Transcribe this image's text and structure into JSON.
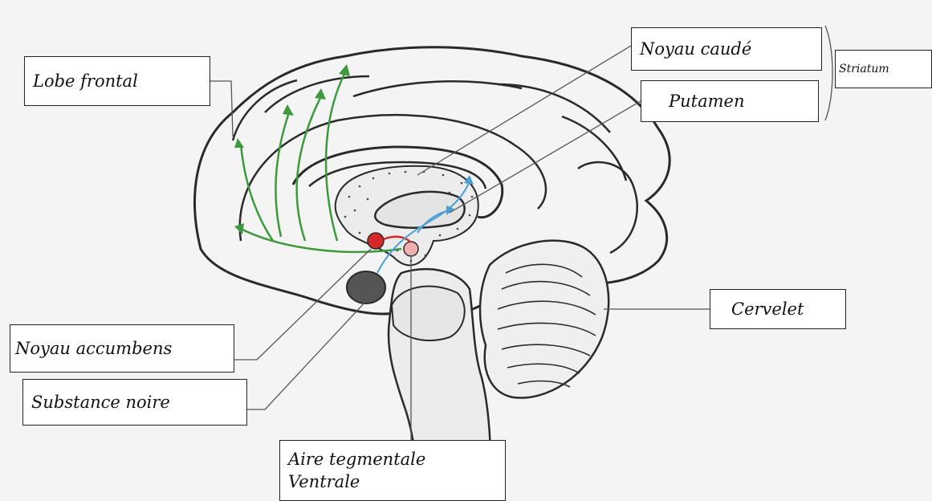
{
  "labels": {
    "lobe_frontal": "Lobe frontal",
    "noyau_caude": "Noyau caudé",
    "striatum": "Striatum",
    "putamen": "Putamen",
    "cervelet": "Cervelet",
    "noyau_accumbens": "Noyau accumbens",
    "substance_noire": "Substance noire",
    "aire_tegmentale_line1": "Aire tegmentale",
    "aire_tegmentale_line2": "Ventrale"
  },
  "colors": {
    "mesocortical_pathway": "#3c9a3c",
    "nigrostriatal_pathway": "#4a9fd4",
    "accumbens_highlight": "#d62828",
    "substantia_nigra_fill": "#555555",
    "outline": "#2a2a2a"
  }
}
